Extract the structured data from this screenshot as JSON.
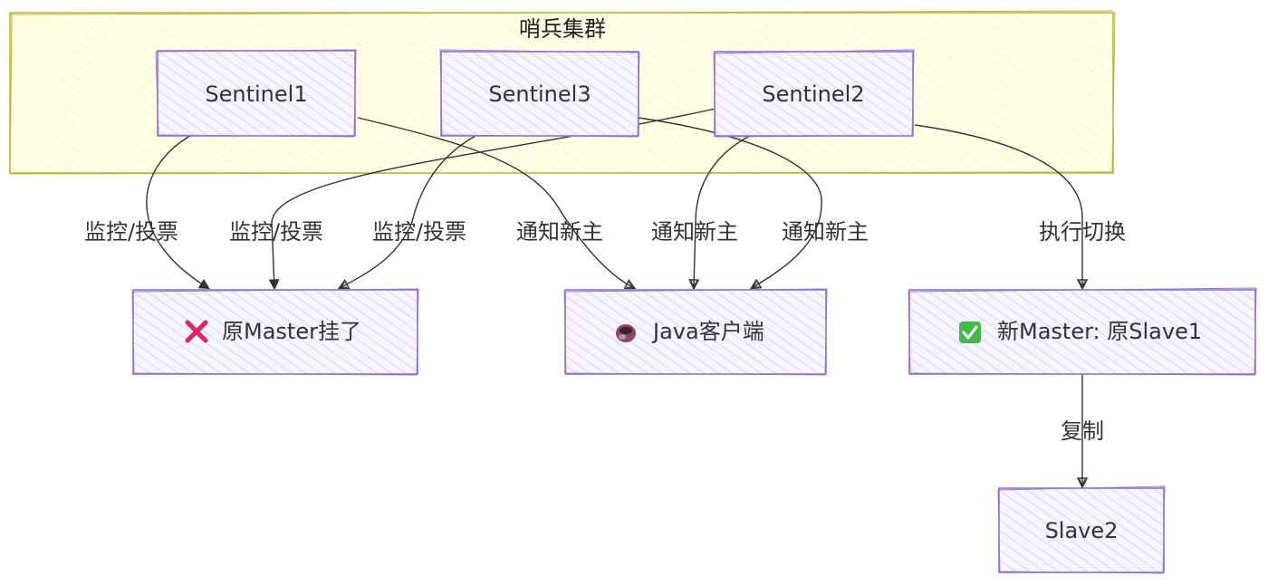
{
  "cluster": {
    "title": "哨兵集群"
  },
  "nodes": {
    "sentinel1": {
      "label": "Sentinel1"
    },
    "sentinel3": {
      "label": "Sentinel3"
    },
    "sentinel2": {
      "label": "Sentinel2"
    },
    "old_master": {
      "icon": "cross-mark-icon",
      "label": "原Master挂了"
    },
    "java_client": {
      "icon": "coffee-cup-icon",
      "label": "Java客户端"
    },
    "new_master": {
      "icon": "check-mark-icon",
      "label": "新Master: 原Slave1"
    },
    "slave2": {
      "label": "Slave2"
    }
  },
  "edge_labels": {
    "monitor_vote_1": "监控/投票",
    "monitor_vote_2": "监控/投票",
    "monitor_vote_3": "监控/投票",
    "notify_new_master_1": "通知新主",
    "notify_new_master_2": "通知新主",
    "notify_new_master_3": "通知新主",
    "execute_failover": "执行切换",
    "replicate": "复制"
  },
  "colors": {
    "cluster_fill": "#ffffde",
    "cluster_stroke": "#b5b53a",
    "node_fill": "#ececff",
    "node_stroke": "#9370db",
    "edge": "#333333",
    "cross": "#e0245e",
    "check": "#44b849"
  }
}
